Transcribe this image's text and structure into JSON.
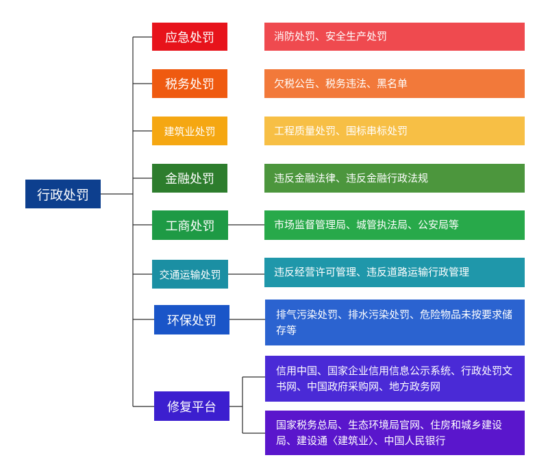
{
  "root": {
    "label": "行政处罚",
    "color": "#0d3f8e"
  },
  "categories": [
    {
      "label": "应急处罚",
      "color": "#e7131b",
      "descriptions": [
        {
          "text": "消防处罚、安全生产处罚",
          "color": "#ef4a4f"
        }
      ]
    },
    {
      "label": "税务处罚",
      "color": "#ef5a10",
      "descriptions": [
        {
          "text": "欠税公告、税务违法、黑名单",
          "color": "#f2793a"
        }
      ]
    },
    {
      "label": "建筑业处罚",
      "color": "#f5a712",
      "descriptions": [
        {
          "text": "工程质量处罚、围标串标处罚",
          "color": "#f7bf45"
        }
      ]
    },
    {
      "label": "金融处罚",
      "color": "#2d7d2d",
      "descriptions": [
        {
          "text": "违反金融法律、违反金融行政法规",
          "color": "#4c963d"
        }
      ]
    },
    {
      "label": "工商处罚",
      "color": "#1e9a45",
      "descriptions": [
        {
          "text": "市场监督管理局、城管执法局、公安局等",
          "color": "#28a94a"
        }
      ]
    },
    {
      "label": "交通运输处罚",
      "color": "#1b8fa3",
      "descriptions": [
        {
          "text": "违反经营许可管理、违反道路运输行政管理",
          "color": "#1f97aa"
        }
      ]
    },
    {
      "label": "环保处罚",
      "color": "#1a55c8",
      "descriptions": [
        {
          "text": "排气污染处罚、排水污染处罚、危险物品未按要求储存等",
          "color": "#2b63d0"
        }
      ]
    },
    {
      "label": "修复平台",
      "color": "#3c1fcf",
      "descriptions": [
        {
          "text": "信用中国、国家企业信用信息公示系统、行政处罚文书网、中国政府采购网、地方政务网",
          "color": "#4a2ad6"
        },
        {
          "text": "国家税务总局、生态环境局官网、住房和城乡建设局、建设通〈建筑业〉、中国人民银行",
          "color": "#5a16cc"
        }
      ]
    }
  ]
}
